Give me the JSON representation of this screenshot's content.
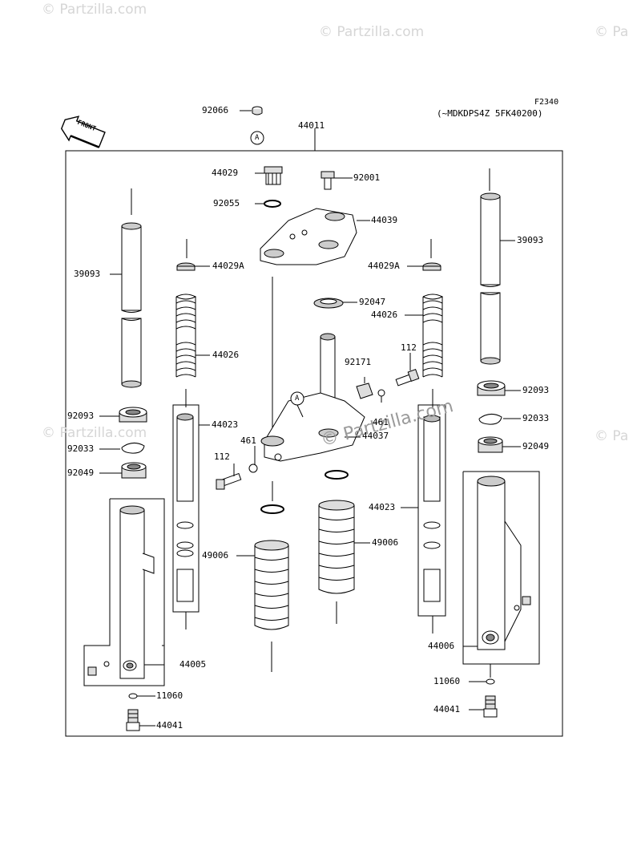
{
  "watermarks": {
    "top_left": "© Partzilla.com",
    "top_mid": "© Partzilla.com",
    "top_right": "© Pa",
    "mid_left": "© Partzilla.com",
    "mid_center": "© Partzilla.com",
    "mid_right": "© Pa"
  },
  "header": {
    "figure_code": "F2340",
    "serial_range": "(~MDKDPS4Z 5FK40200)",
    "front_label": "FRONT"
  },
  "callouts": {
    "a_top": "A",
    "a_mid": "A"
  },
  "parts": {
    "p92066": "92066",
    "p44011": "44011",
    "p44029": "44029",
    "p92001": "92001",
    "p92055": "92055",
    "p44039": "44039",
    "p39093_left": "39093",
    "p39093_right": "39093",
    "p44029a_left": "44029A",
    "p44029a_right": "44029A",
    "p92047": "92047",
    "p44026_right": "44026",
    "p44026_left": "44026",
    "p92171": "92171",
    "p112_right": "112",
    "p92093_right": "92093",
    "p92093_left": "92093",
    "p44023_left": "44023",
    "p461_right": "461",
    "p44037": "44037",
    "p92033_right": "92033",
    "p461_left": "461",
    "p92033_left": "92033",
    "p112_left": "112",
    "p92049_right": "92049",
    "p92049_left": "92049",
    "p44023_right": "44023",
    "p49006_left": "49006",
    "p49006_right": "49006",
    "p44006": "44006",
    "p44005": "44005",
    "p11060_right": "11060",
    "p11060_left": "11060",
    "p44041_right": "44041",
    "p44041_left": "44041"
  }
}
